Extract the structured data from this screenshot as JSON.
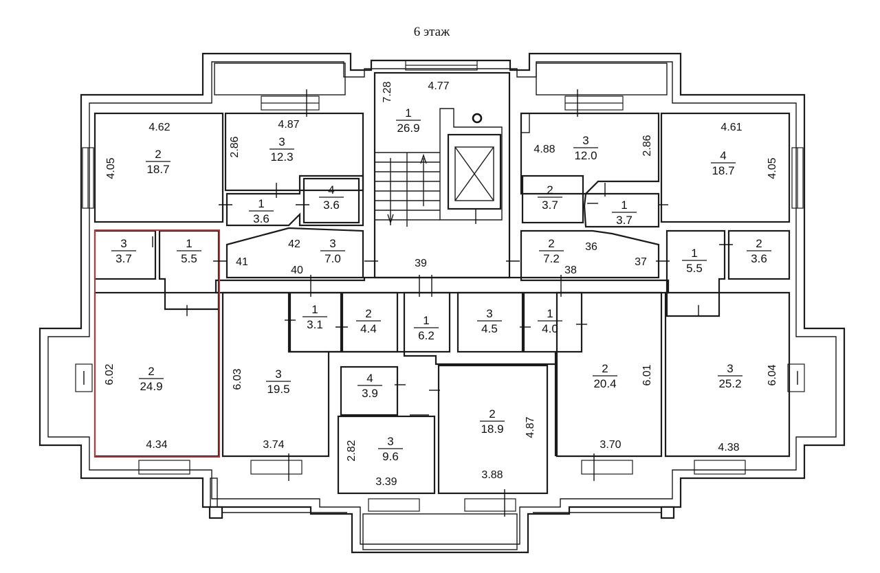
{
  "title": "6 этаж",
  "rooms": [
    {
      "id": "r1",
      "num": "2",
      "area": "18.7"
    },
    {
      "id": "r2",
      "num": "3",
      "area": "12.3"
    },
    {
      "id": "r3",
      "num": "1",
      "area": "3.6"
    },
    {
      "id": "r4",
      "num": "4",
      "area": "3.6"
    },
    {
      "id": "r5",
      "num": "3",
      "area": "3.7"
    },
    {
      "id": "r6",
      "num": "1",
      "area": "5.5"
    },
    {
      "id": "r7",
      "num": "3",
      "area": "7.0"
    },
    {
      "id": "r8",
      "num": "2",
      "area": "24.9"
    },
    {
      "id": "r9",
      "num": "3",
      "area": "19.5"
    },
    {
      "id": "r10",
      "num": "1",
      "area": "3.1"
    },
    {
      "id": "r11",
      "num": "2",
      "area": "4.4"
    },
    {
      "id": "r12",
      "num": "1",
      "area": "6.2"
    },
    {
      "id": "r13",
      "num": "3",
      "area": "4.5"
    },
    {
      "id": "r14",
      "num": "1",
      "area": "4.0"
    },
    {
      "id": "r15",
      "num": "4",
      "area": "3.9"
    },
    {
      "id": "r16",
      "num": "3",
      "area": "9.6"
    },
    {
      "id": "r17",
      "num": "2",
      "area": "18.9"
    },
    {
      "id": "r18",
      "num": "1",
      "area": "26.9"
    },
    {
      "id": "r19",
      "num": "3",
      "area": "12.0"
    },
    {
      "id": "r20",
      "num": "4",
      "area": "18.7"
    },
    {
      "id": "r21",
      "num": "2",
      "area": "3.7"
    },
    {
      "id": "r22",
      "num": "1",
      "area": "3.7"
    },
    {
      "id": "r23",
      "num": "2",
      "area": "7.2"
    },
    {
      "id": "r24",
      "num": "1",
      "area": "5.5"
    },
    {
      "id": "r25",
      "num": "2",
      "area": "3.6"
    },
    {
      "id": "r26",
      "num": "2",
      "area": "20.4"
    },
    {
      "id": "r27",
      "num": "3",
      "area": "25.2"
    }
  ],
  "dims": [
    {
      "id": "d1",
      "text": "4.62"
    },
    {
      "id": "d2",
      "text": "4.05"
    },
    {
      "id": "d3",
      "text": "4.87"
    },
    {
      "id": "d4",
      "text": "2.86"
    },
    {
      "id": "d5",
      "text": "7.28"
    },
    {
      "id": "d6",
      "text": "4.77"
    },
    {
      "id": "d7",
      "text": "4.88"
    },
    {
      "id": "d8",
      "text": "2.86"
    },
    {
      "id": "d9",
      "text": "4.61"
    },
    {
      "id": "d10",
      "text": "4.05"
    },
    {
      "id": "d11",
      "text": "6.02"
    },
    {
      "id": "d12",
      "text": "4.34"
    },
    {
      "id": "d13",
      "text": "6.03"
    },
    {
      "id": "d14",
      "text": "3.74"
    },
    {
      "id": "d15",
      "text": "2.82"
    },
    {
      "id": "d16",
      "text": "3.39"
    },
    {
      "id": "d17",
      "text": "4.87"
    },
    {
      "id": "d18",
      "text": "3.88"
    },
    {
      "id": "d19",
      "text": "6.01"
    },
    {
      "id": "d20",
      "text": "3.70"
    },
    {
      "id": "d21",
      "text": "6.04"
    },
    {
      "id": "d22",
      "text": "4.38"
    }
  ],
  "apartments": [
    {
      "id": "a1",
      "text": "42"
    },
    {
      "id": "a2",
      "text": "41"
    },
    {
      "id": "a3",
      "text": "40"
    },
    {
      "id": "a4",
      "text": "39"
    },
    {
      "id": "a5",
      "text": "38"
    },
    {
      "id": "a6",
      "text": "37"
    },
    {
      "id": "a7",
      "text": "36"
    }
  ]
}
